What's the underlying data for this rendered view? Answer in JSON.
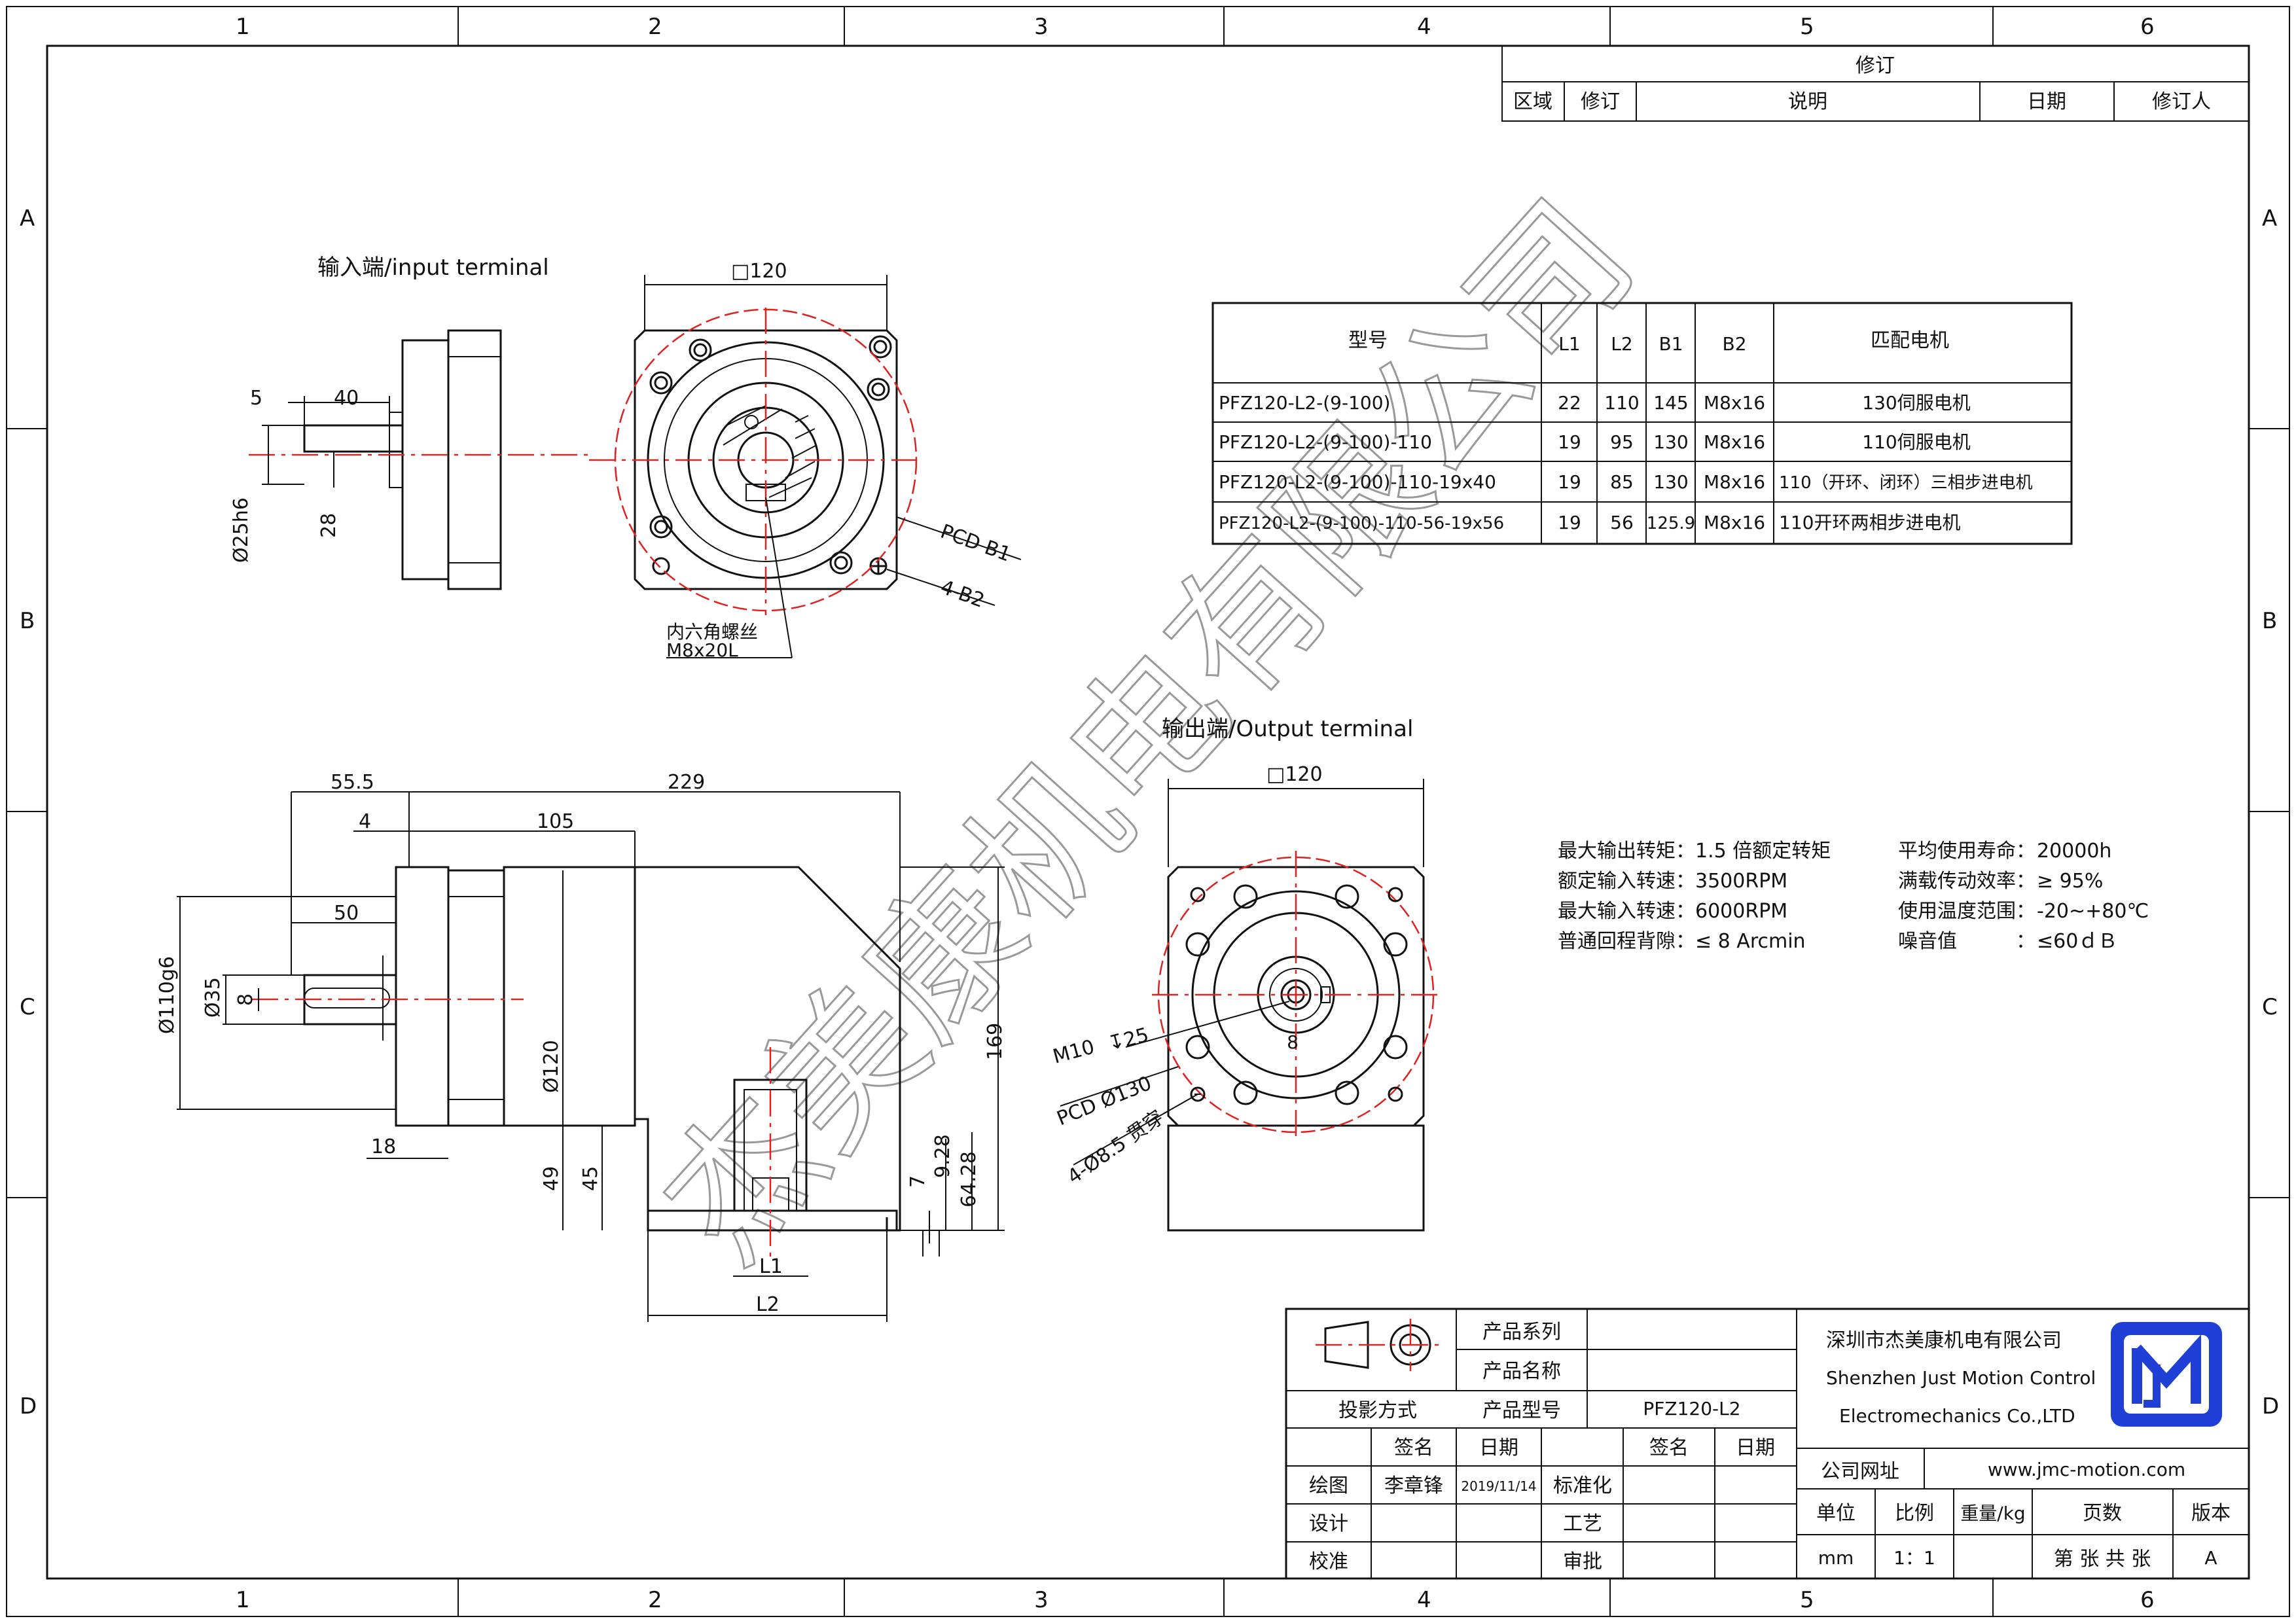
{
  "grid": {
    "columns": [
      "1",
      "2",
      "3",
      "4",
      "5",
      "6"
    ],
    "rows": [
      "A",
      "B",
      "C",
      "D"
    ]
  },
  "revision": {
    "title": "修订",
    "headers": [
      "区域",
      "修订",
      "说明",
      "日期",
      "修订人"
    ]
  },
  "views": {
    "input": {
      "title": "输入端/input terminal",
      "square": "□120",
      "dims": [
        "5",
        "40",
        "Ø25h6",
        "28"
      ],
      "pcd": "PCD B1",
      "holes": "4-B2",
      "screw_line1": "内六角螺丝",
      "screw_line2": "M8x20L"
    },
    "side": {
      "dims": [
        "55.5",
        "229",
        "4",
        "105",
        "50",
        "Ø110g6",
        "Ø35",
        "8",
        "Ø120",
        "169",
        "18",
        "49",
        "45",
        "7",
        "9.28",
        "64.28",
        "L1",
        "L2"
      ]
    },
    "output": {
      "title": "输出端/Output terminal",
      "square": "□120",
      "m10": "M10",
      "m10_depth": "25",
      "pcd": "PCD Ø130",
      "holes": "4-Ø8.5 贯穿"
    }
  },
  "model_table": {
    "headers": [
      "型号",
      "L1",
      "L2",
      "B1",
      "B2",
      "匹配电机"
    ],
    "rows": [
      [
        "PFZ120-L2-(9-100)",
        "22",
        "110",
        "145",
        "M8x16",
        "130伺服电机"
      ],
      [
        "PFZ120-L2-(9-100)-110",
        "19",
        "95",
        "130",
        "M8x16",
        "110伺服电机"
      ],
      [
        "PFZ120-L2-(9-100)-110-19x40",
        "19",
        "85",
        "130",
        "M8x16",
        "110（开环、闭环）三相步进电机"
      ],
      [
        "PFZ120-L2-(9-100)-110-56-19x56",
        "19",
        "56",
        "125.9",
        "M8x16",
        "110开环两相步进电机"
      ]
    ]
  },
  "specs": {
    "left": [
      {
        "label": "最大输出转矩",
        "value": "1.5 倍额定转矩"
      },
      {
        "label": "额定输入转速",
        "value": "3500RPM"
      },
      {
        "label": "最大输入转速",
        "value": "6000RPM"
      },
      {
        "label": "普通回程背隙",
        "value": "≤ 8 Arcmin"
      }
    ],
    "right": [
      {
        "label": "平均使用寿命",
        "value": "20000h"
      },
      {
        "label": "满载传动效率",
        "value": "≥   95%"
      },
      {
        "label": "使用温度范围",
        "value": "-20~+80℃"
      },
      {
        "label": "噪音值",
        "value": "≤60ｄＢ"
      }
    ]
  },
  "title_block": {
    "product_series": "产品系列",
    "product_name": "产品名称",
    "projection": "投影方式",
    "product_model": "产品型号",
    "model_value": "PFZ120-L2",
    "sign": "签名",
    "date": "日期",
    "drawn": "绘图",
    "drawn_by": "李章锋",
    "drawn_date": "2019/11/14",
    "design": "设计",
    "check": "校准",
    "standard": "标准化",
    "process": "工艺",
    "approve": "审批",
    "company_cn": "深圳市杰美康机电有限公司",
    "company_en1": "Shenzhen Just Motion Control",
    "company_en2": "Electromechanics Co.,LTD",
    "website_label": "公司网址",
    "website": "www.jmc-motion.com",
    "unit_label": "单位",
    "scale_label": "比例",
    "weight_label": "重量/kg",
    "pages_label": "页数",
    "version_label": "版本",
    "unit": "mm",
    "scale": "1：1",
    "pages": "第 张 共 张",
    "version": "A"
  },
  "watermark": "杰美康机电有限公司",
  "colors": {
    "line": "#111111",
    "center": "#dd2222",
    "logo": "#1f3fd6"
  }
}
